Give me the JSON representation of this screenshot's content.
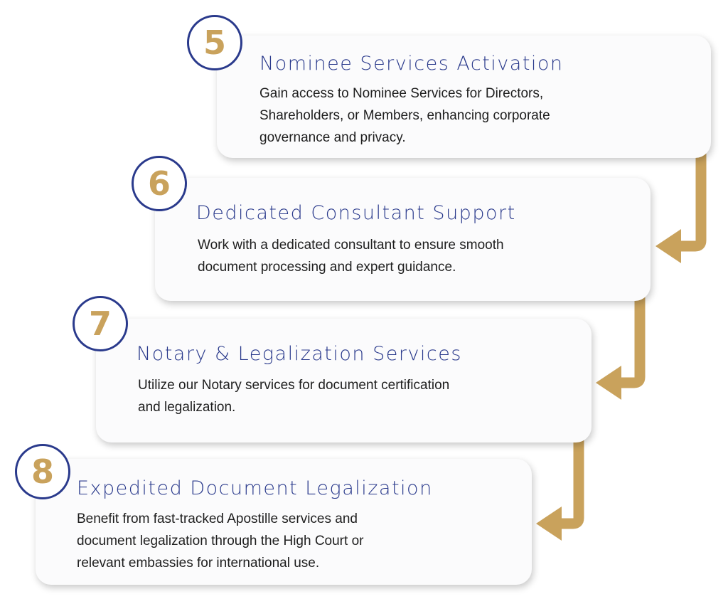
{
  "colors": {
    "accent_gold": "#c9a25c",
    "title_navy": "#2a3a8c",
    "card_bg": "#fbfbfc"
  },
  "steps": [
    {
      "number": "5",
      "title": "Nominee Services Activation",
      "lines": [
        "Gain access to Nominee Services for Directors,",
        "Shareholders, or Members, enhancing corporate",
        "governance and privacy."
      ]
    },
    {
      "number": "6",
      "title": "Dedicated Consultant Support",
      "lines": [
        "Work with a dedicated consultant to ensure smooth",
        "document processing and expert guidance."
      ]
    },
    {
      "number": "7",
      "title": "Notary & Legalization Services",
      "lines": [
        "Utilize our Notary services for document certification",
        "and legalization."
      ]
    },
    {
      "number": "8",
      "title": "Expedited Document Legalization",
      "lines": [
        "Benefit from fast-tracked Apostille services and",
        "document legalization through the High Court or",
        "relevant embassies for international use."
      ]
    }
  ],
  "connectors": [
    {
      "from": "5",
      "to": "6",
      "icon": "arrow-down-left-icon"
    },
    {
      "from": "6",
      "to": "7",
      "icon": "arrow-down-left-icon"
    },
    {
      "from": "7",
      "to": "8",
      "icon": "arrow-down-left-icon"
    }
  ]
}
